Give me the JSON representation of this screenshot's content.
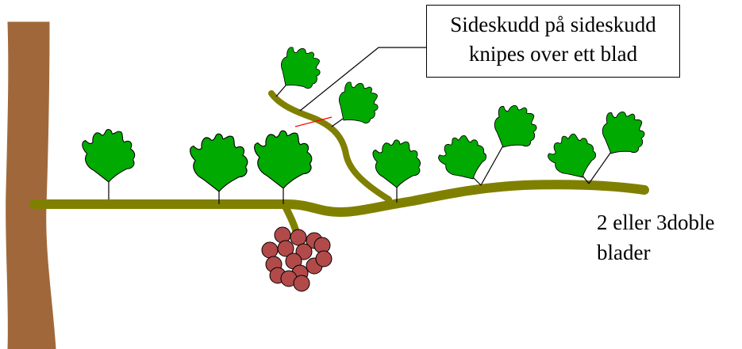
{
  "callout": {
    "line1": "Sideskudd på sideskudd",
    "line2": "knipes over ett blad"
  },
  "note": {
    "line1": "2 eller 3doble",
    "line2": "blader"
  },
  "colors": {
    "trunk": "#A0683A",
    "cane": "#808000",
    "leaf": "#00AA00",
    "grape": "#B24A4A",
    "pinch_mark": "#FF0000"
  }
}
